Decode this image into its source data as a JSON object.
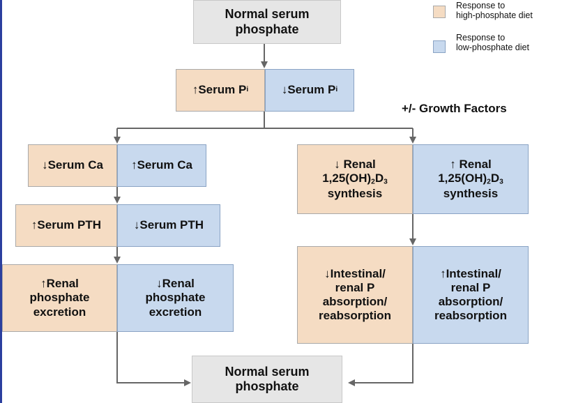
{
  "top_box": {
    "line1": "Normal serum",
    "line2": "phosphate"
  },
  "bottom_box": {
    "line1": "Normal serum",
    "line2": "phosphate"
  },
  "legend": {
    "high": {
      "line1": "Response to",
      "line2": "high-phosphate diet",
      "color": "#f5dcc3"
    },
    "low": {
      "line1": "Response to",
      "line2": "low-phosphate diet",
      "color": "#c8d9ee"
    }
  },
  "growth_factors": "+/- Growth Factors",
  "serum_p": {
    "high": {
      "arrow": "↑",
      "text": "Serum P",
      "sub": "i"
    },
    "low": {
      "arrow": "↓",
      "text": "Serum P",
      "sub": "i"
    }
  },
  "serum_ca": {
    "high": {
      "arrow": "↓",
      "text": "Serum Ca"
    },
    "low": {
      "arrow": "↑",
      "text": "Serum Ca"
    }
  },
  "serum_pth": {
    "high": {
      "arrow": "↑",
      "text": "Serum PTH"
    },
    "low": {
      "arrow": "↓",
      "text": "Serum PTH"
    }
  },
  "renal_excretion": {
    "high": {
      "arrow": "↑",
      "line1": "Renal",
      "line2": "phosphate",
      "line3": "excretion"
    },
    "low": {
      "arrow": "↓",
      "line1": "Renal",
      "line2": "phosphate",
      "line3": "excretion"
    }
  },
  "renal_synthesis": {
    "high": {
      "arrow": "↓",
      "line1": "Renal",
      "pre": "1,25(OH)",
      "sub1": "2",
      "mid": "D",
      "sub2": "3",
      "line3": "synthesis"
    },
    "low": {
      "arrow": "↑",
      "line1": "Renal",
      "pre": "1,25(OH)",
      "sub1": "2",
      "mid": "D",
      "sub2": "3",
      "line3": "synthesis"
    }
  },
  "intestinal": {
    "high": {
      "arrow": "↓",
      "line1": "Intestinal/",
      "line2": "renal P",
      "line3": "absorption/",
      "line4": "reabsorption"
    },
    "low": {
      "arrow": "↑",
      "line1": "Intestinal/",
      "line2": "renal P",
      "line3": "absorption/",
      "line4": "reabsorption"
    }
  }
}
